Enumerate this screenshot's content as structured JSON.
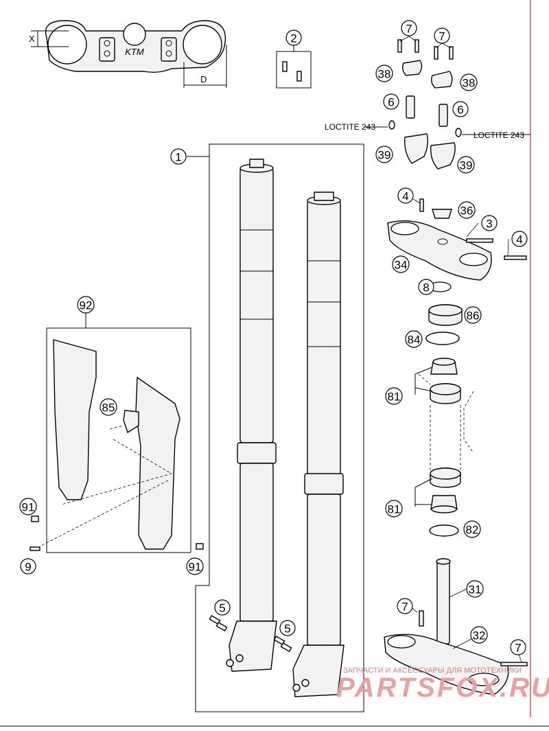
{
  "callouts": {
    "c1": "1",
    "c2": "2",
    "c3": "3",
    "c4a": "4",
    "c4b": "4",
    "c5a": "5",
    "c5b": "5",
    "c6a": "6",
    "c6b": "6",
    "c7a": "7",
    "c7b": "7",
    "c7c": "7",
    "c7d": "7",
    "c8": "8",
    "c9": "9",
    "c31": "31",
    "c32": "32",
    "c34": "34",
    "c36": "36",
    "c38a": "38",
    "c38b": "38",
    "c39a": "39",
    "c39b": "39",
    "c81a": "81",
    "c81b": "81",
    "c82": "82",
    "c84": "84",
    "c85": "85",
    "c86": "86",
    "c91a": "91",
    "c91b": "91",
    "c92": "92"
  },
  "notes": {
    "loctite_left": "LOCTITE 243",
    "loctite_right": "LOCTITE 243"
  },
  "dimensions": {
    "x_label": "X",
    "d_label": "D"
  },
  "watermark": {
    "line1": "ЗАПЧАСТИ И АКСЕССУАРЫ ДЛЯ МОТОТЕХНИКИ",
    "line2": "PARTSFOX.RU"
  },
  "colors": {
    "border_red": "#e05050",
    "watermark": "#e8a0a0"
  }
}
